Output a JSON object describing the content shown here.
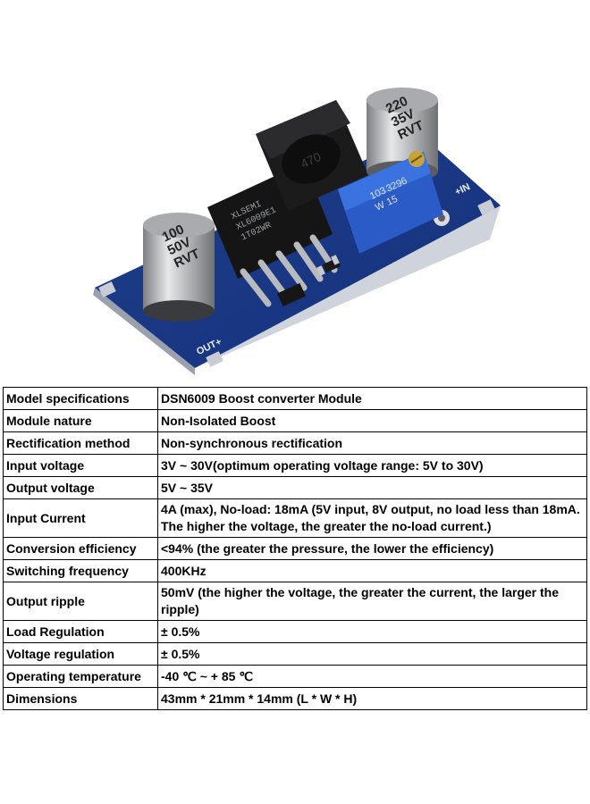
{
  "product_photo": {
    "left_capacitor": {
      "lines": [
        "100",
        "50V",
        "RVT"
      ]
    },
    "right_capacitor": {
      "lines": [
        "220",
        "35V",
        "RVT"
      ]
    },
    "inductor_label": "470",
    "chip_lines": [
      "XLSEMI",
      "XL6009E1",
      "1T02WR"
    ],
    "potentiometer_lines": [
      "103",
      "3296",
      "W",
      "15"
    ],
    "pin_in_label": "+IN",
    "pin_out_label": "OUT+"
  },
  "specs": {
    "rows": [
      {
        "key": "Model specifications",
        "value": "DSN6009 Boost converter Module"
      },
      {
        "key": "Module nature",
        "value": "Non-Isolated Boost"
      },
      {
        "key": "Rectification method",
        "value": "Non-synchronous rectification"
      },
      {
        "key": "Input voltage",
        "value": "3V ~ 30V(optimum operating voltage range: 5V to 30V)"
      },
      {
        "key": "Output voltage",
        "value": "5V ~ 35V"
      },
      {
        "key": "Input Current",
        "value": "4A (max), No-load: 18mA (5V input, 8V output, no load less than 18mA. The higher the voltage, the greater the no-load current.)"
      },
      {
        "key": "Conversion efficiency",
        "value": "<94% (the greater the pressure, the lower the efficiency)"
      },
      {
        "key": "Switching frequency",
        "value": "400KHz"
      },
      {
        "key": "Output ripple",
        "value": "50mV (the higher the voltage, the greater the current, the larger the ripple)"
      },
      {
        "key": "Load Regulation",
        "value": "± 0.5%"
      },
      {
        "key": "Voltage regulation",
        "value": "± 0.5%"
      },
      {
        "key": "Operating temperature",
        "value": " -40 ℃ ~ + 85 ℃"
      },
      {
        "key": "Dimensions",
        "value": "43mm * 21mm * 14mm (L * W * H)"
      }
    ]
  }
}
